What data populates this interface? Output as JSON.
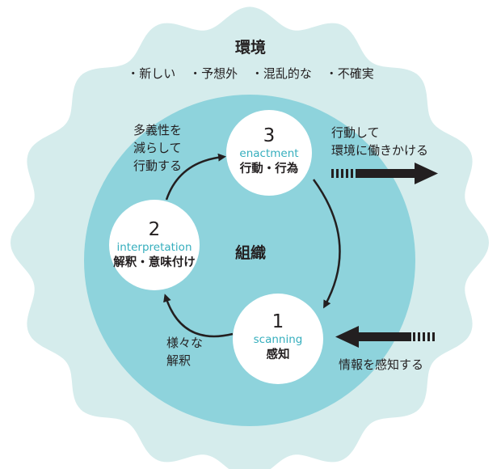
{
  "environment": {
    "title": "環境",
    "items": [
      "・新しい",
      "・予想外",
      "・混乱的な",
      "・不確実"
    ]
  },
  "organization": {
    "label": "組織"
  },
  "steps": [
    {
      "number": "3",
      "en": "enactment",
      "jp": "行動・行為"
    },
    {
      "number": "2",
      "en": "interpretation",
      "jp": "解釈・意味付け"
    },
    {
      "number": "1",
      "en": "scanning",
      "jp": "感知"
    }
  ],
  "notes": {
    "reduce_ambiguity": [
      "多義性を",
      "減らして",
      "行動する"
    ],
    "various_interp": [
      "様々な",
      "解釈"
    ],
    "act_on_env": [
      "行動して",
      "環境に働きかける"
    ],
    "sense_info": "情報を感知する"
  },
  "colors": {
    "environment": "#d5ecec",
    "organization": "#8ed3dc",
    "accent_text": "#35aebd",
    "arrow": "#231f20"
  }
}
